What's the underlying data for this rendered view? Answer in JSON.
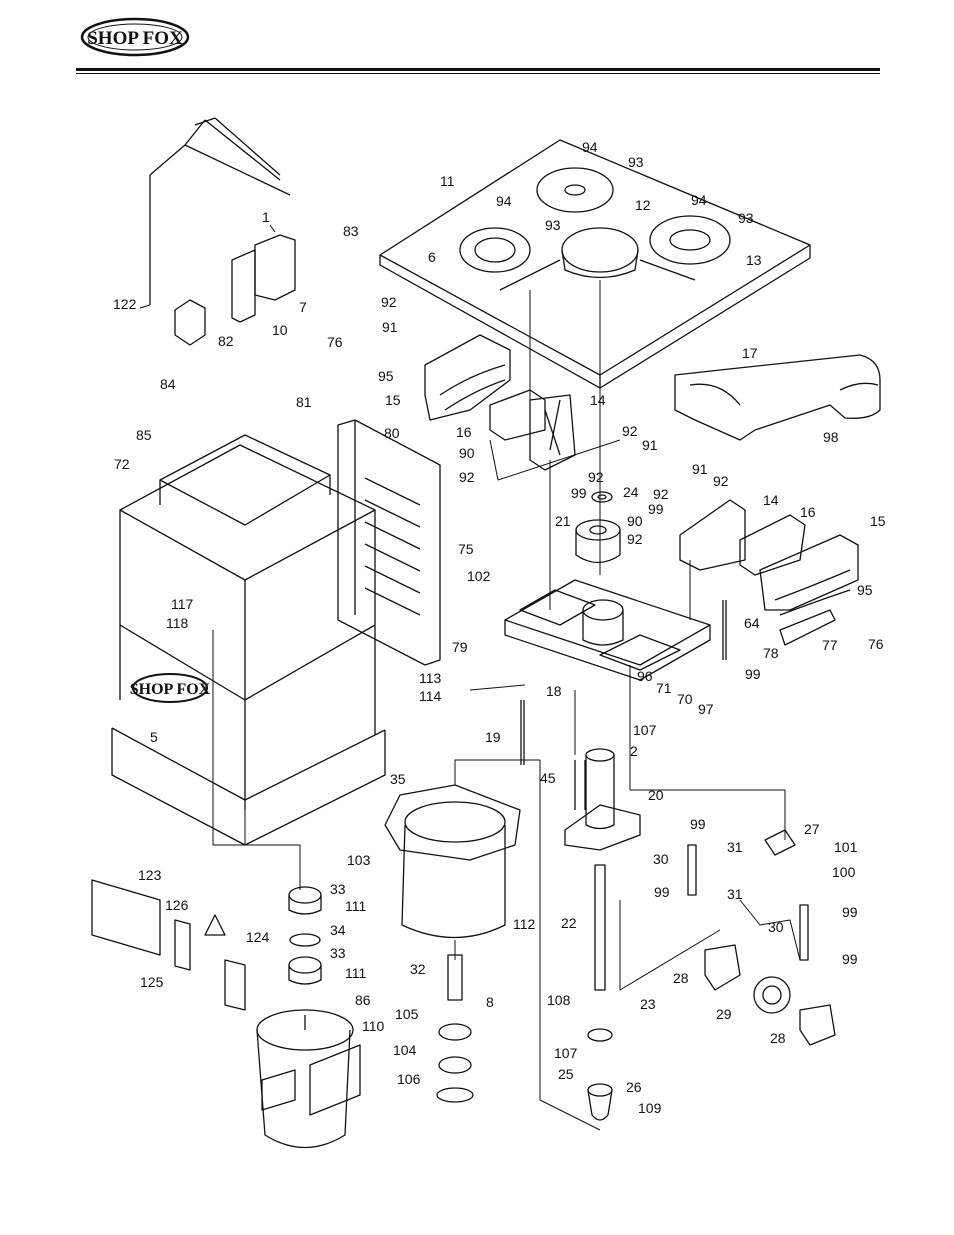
{
  "header": {
    "brand": "SHOP FOX"
  },
  "cabinet_brand": "SHOP FOX",
  "labels": {
    "p1": "1",
    "p2": "2",
    "p5": "5",
    "p6": "6",
    "p7": "7",
    "p8": "8",
    "p10": "10",
    "p11": "11",
    "p12": "12",
    "p13": "13",
    "p14a": "14",
    "p14b": "14",
    "p15a": "15",
    "p15b": "15",
    "p16a": "16",
    "p16b": "16",
    "p17": "17",
    "p18": "18",
    "p19": "19",
    "p20": "20",
    "p21": "21",
    "p22": "22",
    "p23": "23",
    "p24": "24",
    "p25": "25",
    "p26": "26",
    "p27": "27",
    "p28a": "28",
    "p28b": "28",
    "p29": "29",
    "p30a": "30",
    "p30b": "30",
    "p31a": "31",
    "p31b": "31",
    "p32": "32",
    "p33a": "33",
    "p33b": "33",
    "p34": "34",
    "p35": "35",
    "p45": "45",
    "p64": "64",
    "p70": "70",
    "p71": "71",
    "p72": "72",
    "p75": "75",
    "p76a": "76",
    "p76b": "76",
    "p77": "77",
    "p78": "78",
    "p79": "79",
    "p80": "80",
    "p81": "81",
    "p82": "82",
    "p83": "83",
    "p84": "84",
    "p85": "85",
    "p86": "86",
    "p90a": "90",
    "p90b": "90",
    "p91a": "91",
    "p91b": "91",
    "p91c": "91",
    "p92a": "92",
    "p92b": "92",
    "p92c": "92",
    "p92d": "92",
    "p92e": "92",
    "p92f": "92",
    "p92g": "92",
    "p93a": "93",
    "p93b": "93",
    "p93c": "93",
    "p94a": "94",
    "p94b": "94",
    "p94c": "94",
    "p95a": "95",
    "p95b": "95",
    "p96": "96",
    "p97": "97",
    "p98": "98",
    "p99a": "99",
    "p99b": "99",
    "p99c": "99",
    "p99d": "99",
    "p99e": "99",
    "p99f": "99",
    "p99g": "99",
    "p100": "100",
    "p101": "101",
    "p102": "102",
    "p103": "103",
    "p104": "104",
    "p105": "105",
    "p106": "106",
    "p107a": "107",
    "p107b": "107",
    "p108": "108",
    "p109": "109",
    "p110": "110",
    "p111a": "111",
    "p111b": "111",
    "p112": "112",
    "p113": "113",
    "p114": "114",
    "p117": "117",
    "p118": "118",
    "p122": "122",
    "p123": "123",
    "p124": "124",
    "p125": "125",
    "p126": "126"
  }
}
